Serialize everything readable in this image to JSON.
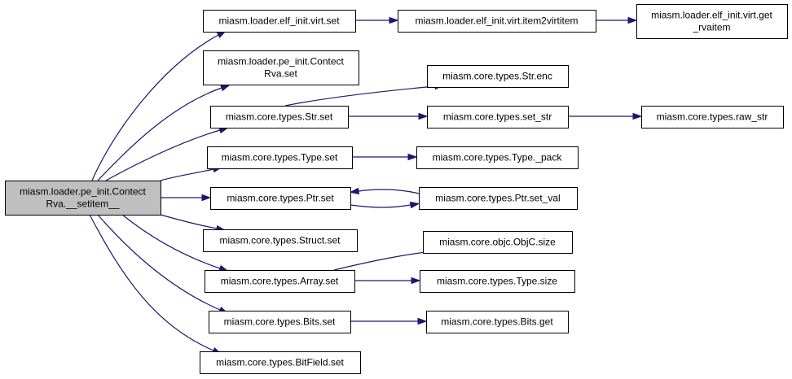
{
  "graph": {
    "edge_color": "#191970",
    "root_fill": "#bfbfbf",
    "nodes": [
      {
        "id": "root",
        "lines": [
          "miasm.loader.pe_init.Contect",
          "Rva.__setitem__"
        ],
        "highlighted": true
      },
      {
        "id": "elf_virt_set",
        "lines": [
          "miasm.loader.elf_init.virt.set"
        ]
      },
      {
        "id": "item2virtitem",
        "lines": [
          "miasm.loader.elf_init.virt.item2virtitem"
        ]
      },
      {
        "id": "get_rvaitem",
        "lines": [
          "miasm.loader.elf_init.virt.get",
          "_rvaitem"
        ]
      },
      {
        "id": "pe_contect_set",
        "lines": [
          "miasm.loader.pe_init.Contect",
          "Rva.set"
        ]
      },
      {
        "id": "str_enc",
        "lines": [
          "miasm.core.types.Str.enc"
        ]
      },
      {
        "id": "str_set",
        "lines": [
          "miasm.core.types.Str.set"
        ]
      },
      {
        "id": "set_str",
        "lines": [
          "miasm.core.types.set_str"
        ]
      },
      {
        "id": "raw_str",
        "lines": [
          "miasm.core.types.raw_str"
        ]
      },
      {
        "id": "type_set",
        "lines": [
          "miasm.core.types.Type.set"
        ]
      },
      {
        "id": "type_pack",
        "lines": [
          "miasm.core.types.Type._pack"
        ]
      },
      {
        "id": "ptr_set",
        "lines": [
          "miasm.core.types.Ptr.set"
        ]
      },
      {
        "id": "ptr_set_val",
        "lines": [
          "miasm.core.types.Ptr.set_val"
        ]
      },
      {
        "id": "struct_set",
        "lines": [
          "miasm.core.types.Struct.set"
        ]
      },
      {
        "id": "objc_size",
        "lines": [
          "miasm.core.objc.ObjC.size"
        ]
      },
      {
        "id": "array_set",
        "lines": [
          "miasm.core.types.Array.set"
        ]
      },
      {
        "id": "type_size",
        "lines": [
          "miasm.core.types.Type.size"
        ]
      },
      {
        "id": "bits_set",
        "lines": [
          "miasm.core.types.Bits.set"
        ]
      },
      {
        "id": "bits_get",
        "lines": [
          "miasm.core.types.Bits.get"
        ]
      },
      {
        "id": "bitfield_set",
        "lines": [
          "miasm.core.types.BitField.set"
        ]
      }
    ],
    "edges": [
      {
        "from": "root",
        "to": "elf_virt_set"
      },
      {
        "from": "root",
        "to": "pe_contect_set"
      },
      {
        "from": "root",
        "to": "str_set"
      },
      {
        "from": "root",
        "to": "type_set"
      },
      {
        "from": "root",
        "to": "ptr_set"
      },
      {
        "from": "root",
        "to": "struct_set"
      },
      {
        "from": "root",
        "to": "array_set"
      },
      {
        "from": "root",
        "to": "bits_set"
      },
      {
        "from": "root",
        "to": "bitfield_set"
      },
      {
        "from": "elf_virt_set",
        "to": "item2virtitem"
      },
      {
        "from": "item2virtitem",
        "to": "get_rvaitem"
      },
      {
        "from": "str_set",
        "to": "str_enc"
      },
      {
        "from": "str_set",
        "to": "set_str"
      },
      {
        "from": "set_str",
        "to": "raw_str"
      },
      {
        "from": "type_set",
        "to": "type_pack"
      },
      {
        "from": "ptr_set",
        "to": "ptr_set_val"
      },
      {
        "from": "ptr_set_val",
        "to": "ptr_set"
      },
      {
        "from": "array_set",
        "to": "objc_size"
      },
      {
        "from": "array_set",
        "to": "type_size"
      },
      {
        "from": "bits_set",
        "to": "bits_get"
      }
    ]
  }
}
